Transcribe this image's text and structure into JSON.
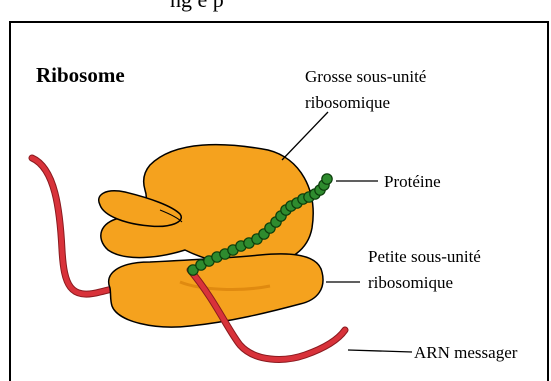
{
  "top_text": "ng        e        p",
  "title": "Ribosome",
  "labels": {
    "large_subunit_line1": "Grosse sous-unité",
    "large_subunit_line2": "ribosomique",
    "protein": "Protéine",
    "small_subunit_line1": "Petite sous-unité",
    "small_subunit_line2": "ribosomique",
    "mrna": "ARN messager"
  },
  "colors": {
    "subunit_fill": "#f5a21e",
    "subunit_shade": "#e08a10",
    "outline": "#000000",
    "protein_bead": "#2e8b2e",
    "mrna": "#d8323a"
  }
}
